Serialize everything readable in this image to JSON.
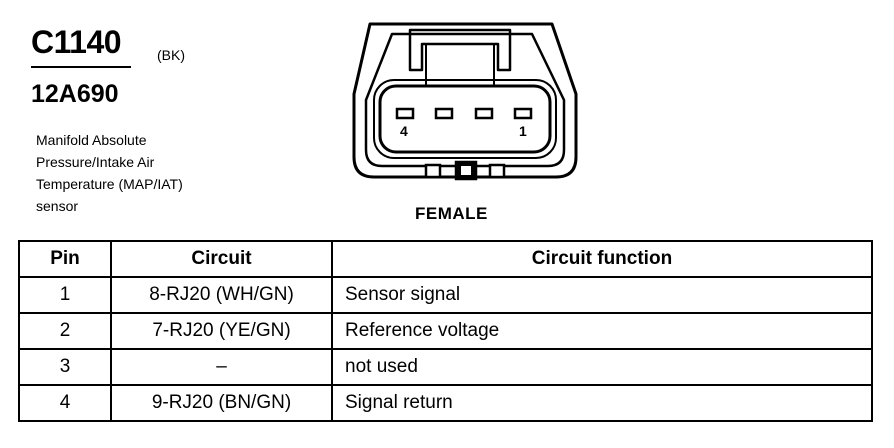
{
  "connector": {
    "id": "C1140",
    "color_code": "(BK)",
    "part_number": "12A690",
    "description": "Manifold Absolute Pressure/Intake Air Temperature (MAP/IAT) sensor"
  },
  "diagram": {
    "pin_label_left": "4",
    "pin_label_right": "1",
    "gender": "FEMALE"
  },
  "table": {
    "headers": {
      "pin": "Pin",
      "circuit": "Circuit",
      "function": "Circuit function"
    },
    "rows": [
      {
        "pin": "1",
        "circuit": "8-RJ20 (WH/GN)",
        "function": "Sensor signal"
      },
      {
        "pin": "2",
        "circuit": "7-RJ20 (YE/GN)",
        "function": "Reference voltage"
      },
      {
        "pin": "3",
        "circuit": "–",
        "function": "not used"
      },
      {
        "pin": "4",
        "circuit": "9-RJ20 (BN/GN)",
        "function": "Signal return"
      }
    ]
  }
}
